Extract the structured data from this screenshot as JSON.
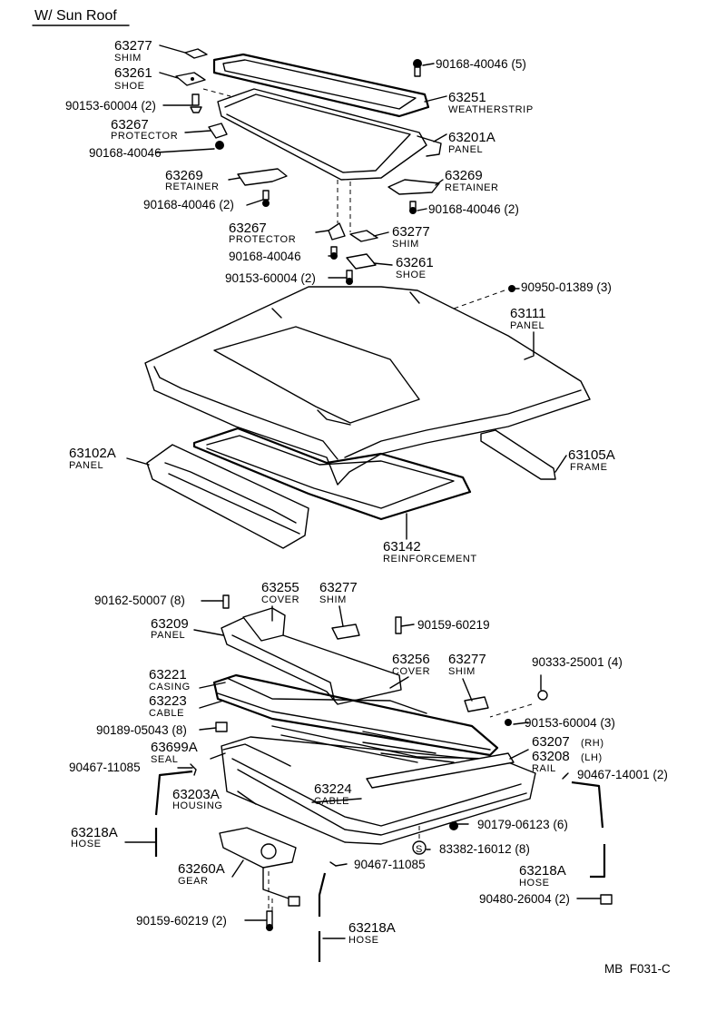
{
  "title": "W/ Sun Roof",
  "footer_code": "MB  F031-C",
  "parts": {
    "p63277a": {
      "num": "63277",
      "name": "SHIM"
    },
    "p63261a": {
      "num": "63261",
      "name": "SHOE"
    },
    "p90153a": {
      "num": "90153-60004 (2)"
    },
    "p63267a": {
      "num": "63267",
      "name": "PROTECTOR"
    },
    "p90168a": {
      "num": "90168-40046"
    },
    "p63269a": {
      "num": "63269",
      "name": "RETAINER"
    },
    "p90168b": {
      "num": "90168-40046 (2)"
    },
    "p63267b": {
      "num": "63267",
      "name": "PROTECTOR"
    },
    "p90168c": {
      "num": "90168-40046"
    },
    "p90153b": {
      "num": "90153-60004 (2)"
    },
    "p90168d": {
      "num": "90168-40046 (5)"
    },
    "p63251": {
      "num": "63251",
      "name": "WEATHERSTRIP"
    },
    "p63201A": {
      "num": "63201A",
      "name": "PANEL"
    },
    "p63269b": {
      "num": "63269",
      "name": "RETAINER"
    },
    "p90168e": {
      "num": "90168-40046 (2)"
    },
    "p63277b": {
      "num": "63277",
      "name": "SHIM"
    },
    "p63261b": {
      "num": "63261",
      "name": "SHOE"
    },
    "p90950": {
      "num": "90950-01389 (3)"
    },
    "p63111": {
      "num": "63111",
      "name": "PANEL"
    },
    "p63102A": {
      "num": "63102A",
      "name": "PANEL"
    },
    "p63105A": {
      "num": "63105A",
      "name": "FRAME"
    },
    "p63142": {
      "num": "63142",
      "name": "REINFORCEMENT"
    },
    "p90162": {
      "num": "90162-50007 (8)"
    },
    "p63255": {
      "num": "63255",
      "name": "COVER"
    },
    "p63277c": {
      "num": "63277",
      "name": "SHIM"
    },
    "p63209": {
      "num": "63209",
      "name": "PANEL"
    },
    "p90159a": {
      "num": "90159-60219"
    },
    "p63256": {
      "num": "63256",
      "name": "COVER"
    },
    "p63277d": {
      "num": "63277",
      "name": "SHIM"
    },
    "p90333": {
      "num": "90333-25001 (4)"
    },
    "p63221": {
      "num": "63221",
      "name": "CASING"
    },
    "p63223": {
      "num": "63223",
      "name": "CABLE"
    },
    "p90153c": {
      "num": "90153-60004 (3)"
    },
    "p90189": {
      "num": "90189-05043 (8)"
    },
    "p63699A": {
      "num": "63699A",
      "name": "SEAL"
    },
    "p63207": {
      "num": "63207",
      "side": "(RH)"
    },
    "p63208": {
      "num": "63208",
      "side": "(LH)",
      "name": "RAIL"
    },
    "p90467a": {
      "num": "90467-11085"
    },
    "p90467b": {
      "num": "90467-14001 (2)"
    },
    "p63203A": {
      "num": "63203A",
      "name": "HOUSING"
    },
    "p63224": {
      "num": "63224",
      "name": "CABLE"
    },
    "p63218Aa": {
      "num": "63218A",
      "name": "HOSE"
    },
    "p90179": {
      "num": "90179-06123 (6)"
    },
    "p83382": {
      "num": "83382-16012 (8)",
      "symbol": "S"
    },
    "p63260A": {
      "num": "63260A",
      "name": "GEAR"
    },
    "p90467c": {
      "num": "90467-11085"
    },
    "p63218Ab": {
      "num": "63218A",
      "name": "HOSE"
    },
    "p90480": {
      "num": "90480-26004 (2)"
    },
    "p90159b": {
      "num": "90159-60219 (2)"
    },
    "p63218Ac": {
      "num": "63218A",
      "name": "HOSE"
    }
  }
}
